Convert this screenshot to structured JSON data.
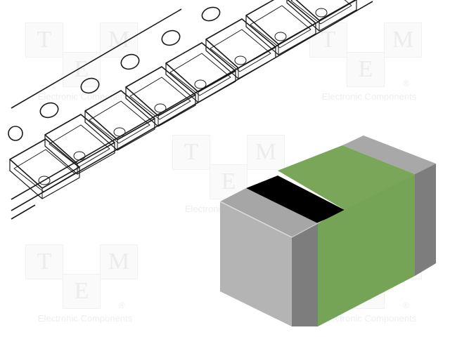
{
  "image": {
    "subject": "SMD inductor chip component with carrier tape",
    "watermark": {
      "letters": [
        "T",
        "M",
        "E"
      ],
      "registered": "®",
      "tagline": "Electronic Components"
    },
    "colors": {
      "background": "#ffffff",
      "body_green": "#7aa65a",
      "body_green_side": "#76a456",
      "terminal_front": "#b3b3b3",
      "terminal_side": "#7d7d7d",
      "terminal_top": "#a6a6a6",
      "marking_band": "#000000",
      "tape_line": "#1a1a1a"
    }
  }
}
